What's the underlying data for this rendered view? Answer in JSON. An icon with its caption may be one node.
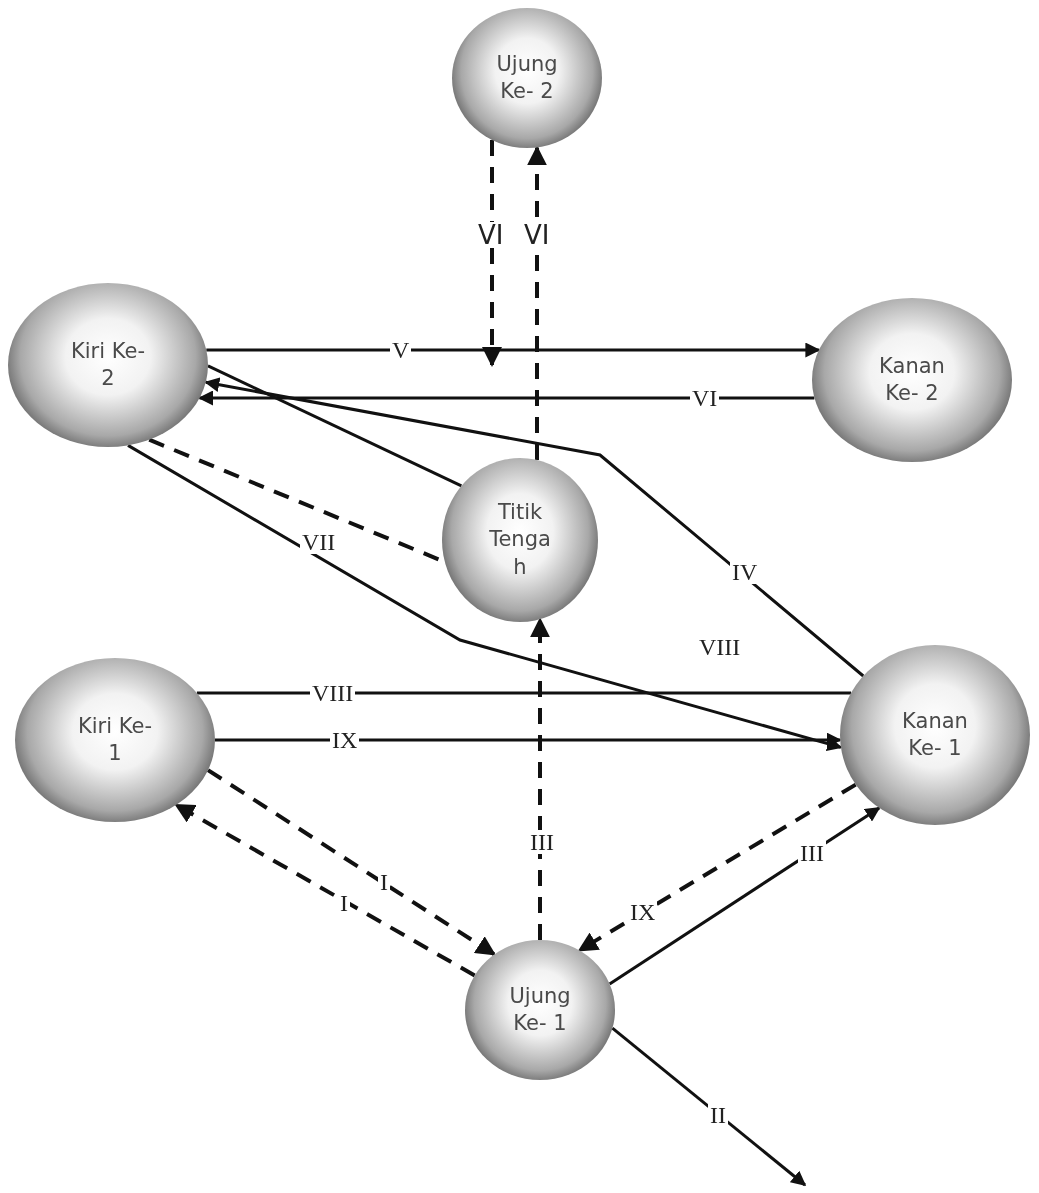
{
  "diagram": {
    "nodes": [
      {
        "text": [
          "Ujung Ke- 2"
        ]
      },
      {
        "text": [
          "Kiri Ke- 2"
        ]
      },
      {
        "text": [
          "Kanan Ke- 2"
        ]
      },
      {
        "text": [
          "Titik Tenga h"
        ]
      },
      {
        "text": [
          "Kiri Ke- 1"
        ]
      },
      {
        "text": [
          "Kanan Ke- 1"
        ]
      },
      {
        "text": [
          "Ujung Ke- 1"
        ]
      }
    ],
    "edges": [
      {
        "from": 0,
        "to": null,
        "arrow": "to",
        "label": "VI",
        "style": "dashed"
      },
      {
        "from": 3,
        "to": 0,
        "arrow": "to",
        "label": "VI",
        "style": "dashed"
      },
      {
        "from": 1,
        "to": 2,
        "arrow": "to",
        "label": "V"
      },
      {
        "from": 2,
        "to": 1,
        "arrow": "to",
        "label": "VI"
      },
      {
        "from": 1,
        "to": 3,
        "arrow": "none"
      },
      {
        "from": 5,
        "to": 1,
        "arrow": "to",
        "label": "IV"
      },
      {
        "from": 1,
        "to": 3,
        "arrow": "none",
        "style": "dashed"
      },
      {
        "from": 1,
        "to": 5,
        "arrow": "to",
        "label": "VII"
      },
      {
        "from": 5,
        "to": 4,
        "arrow": "none",
        "label": "VIII"
      },
      {
        "from": 4,
        "to": 5,
        "arrow": "to",
        "label": "IX"
      },
      {
        "from": 4,
        "to": 6,
        "arrow": "to",
        "label": "I",
        "style": "dashed"
      },
      {
        "from": 6,
        "to": 4,
        "arrow": "to",
        "label": "I",
        "style": "dashed"
      },
      {
        "from": 5,
        "to": 6,
        "arrow": "to",
        "label": "IX",
        "style": "dashed"
      },
      {
        "from": 6,
        "to": 3,
        "arrow": "to",
        "label": "III",
        "style": "dashed"
      },
      {
        "from": 6,
        "to": 5,
        "arrow": "to",
        "label": "III"
      },
      {
        "from": 6,
        "to": null,
        "arrow": "to",
        "label": "II"
      }
    ],
    "labels": [
      "VIII"
    ]
  }
}
